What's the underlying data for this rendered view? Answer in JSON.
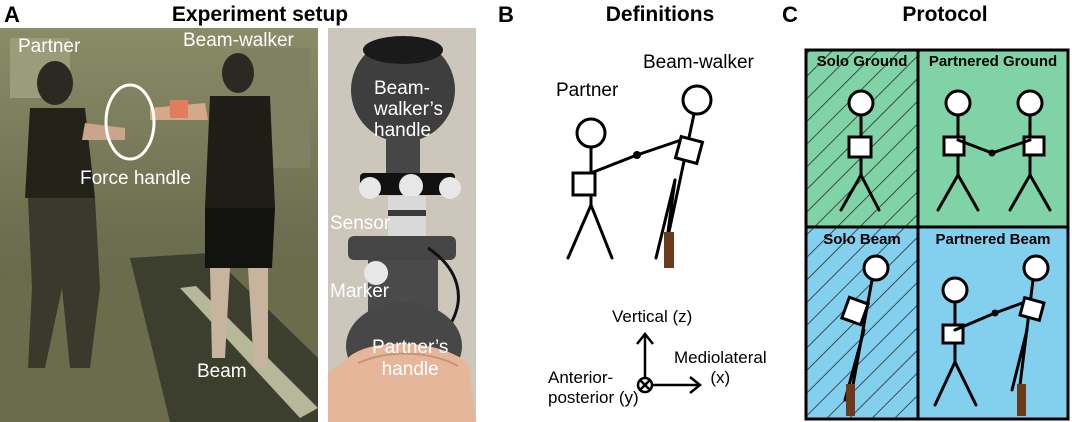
{
  "panels": {
    "a": {
      "letter": "A",
      "title": "Experiment setup",
      "labels": {
        "partner": "Partner",
        "beam_walker": "Beam-walker",
        "force_handle": "Force handle",
        "beam": "Beam"
      },
      "handle_labels": {
        "beam_walker_handle_1": "Beam-",
        "beam_walker_handle_2": "walker’s",
        "beam_walker_handle_3": "handle",
        "sensor": "Sensor",
        "marker": "Marker",
        "partner_handle_1": "Partner’s",
        "partner_handle_2": "handle"
      }
    },
    "b": {
      "letter": "B",
      "title": "Definitions",
      "labels": {
        "partner": "Partner",
        "beam_walker": "Beam-walker"
      },
      "axes": {
        "vertical": "Vertical (z)",
        "mediolateral_1": "Mediolateral",
        "mediolateral_2": "(x)",
        "ap_1": "Anterior-",
        "ap_2": "posterior (y)"
      }
    },
    "c": {
      "letter": "C",
      "title": "Protocol",
      "cells": {
        "solo_ground": "Solo Ground",
        "partnered_ground": "Partnered Ground",
        "solo_beam": "Solo Beam",
        "partnered_beam": "Partnered Beam"
      }
    }
  },
  "colors": {
    "ground_fill": "#7fd3a6",
    "beam_fill": "#83d0ee",
    "beam_wood": "#6b3a1c",
    "photo_bg": "#5e6242"
  }
}
